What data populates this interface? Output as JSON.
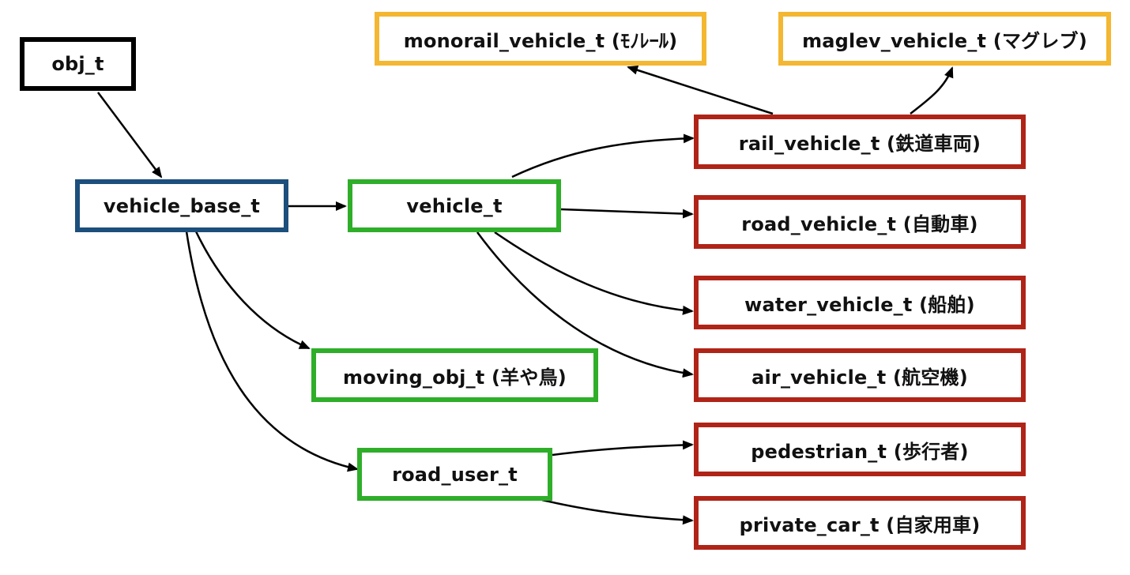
{
  "colors": {
    "root": "#000000",
    "base": "#1c4f7c",
    "green": "#2fae2a",
    "red": "#b02418",
    "yellow": "#f4b731",
    "edge": "#000000"
  },
  "nodes": {
    "obj": {
      "label": "obj_t",
      "color": "root"
    },
    "vbase": {
      "label": "vehicle_base_t",
      "color": "base"
    },
    "vehicle": {
      "label": "vehicle_t",
      "color": "green"
    },
    "moving": {
      "label": "moving_obj_t (羊や鳥)",
      "color": "green"
    },
    "roaduser": {
      "label": "road_user_t",
      "color": "green"
    },
    "monorail": {
      "label": "monorail_vehicle_t (ﾓﾉﾚｰﾙ)",
      "color": "yellow"
    },
    "maglev": {
      "label": "maglev_vehicle_t (マグレブ)",
      "color": "yellow"
    },
    "rail": {
      "label": "rail_vehicle_t (鉄道車両)",
      "color": "red"
    },
    "road": {
      "label": "road_vehicle_t (自動車)",
      "color": "red"
    },
    "water": {
      "label": "water_vehicle_t (船舶)",
      "color": "red"
    },
    "air": {
      "label": "air_vehicle_t (航空機)",
      "color": "red"
    },
    "pedestrian": {
      "label": "pedestrian_t (歩行者)",
      "color": "red"
    },
    "private": {
      "label": "private_car_t (自家用車)",
      "color": "red"
    }
  },
  "edges": [
    {
      "from": "obj",
      "to": "vbase"
    },
    {
      "from": "vbase",
      "to": "vehicle"
    },
    {
      "from": "vbase",
      "to": "moving"
    },
    {
      "from": "vbase",
      "to": "roaduser"
    },
    {
      "from": "vehicle",
      "to": "rail"
    },
    {
      "from": "vehicle",
      "to": "road"
    },
    {
      "from": "vehicle",
      "to": "water"
    },
    {
      "from": "vehicle",
      "to": "air"
    },
    {
      "from": "rail",
      "to": "monorail"
    },
    {
      "from": "rail",
      "to": "maglev"
    },
    {
      "from": "roaduser",
      "to": "pedestrian"
    },
    {
      "from": "roaduser",
      "to": "private"
    }
  ]
}
